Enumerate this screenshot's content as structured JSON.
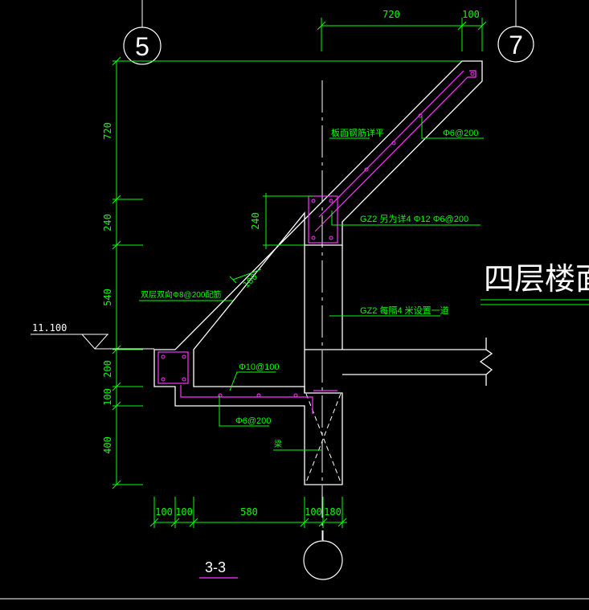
{
  "colors": {
    "background": "#000000",
    "structure": "#ffffff",
    "dimension": "#00ff00",
    "rebar": "#ff33ff",
    "axis": "#ffffff"
  },
  "axes": {
    "left": "5",
    "right": "7",
    "bottom": ""
  },
  "dimensions_top": {
    "a": "720",
    "b": "100"
  },
  "dimensions_left": {
    "a": "720",
    "b": "240",
    "c": "540",
    "d": "200",
    "e": "100",
    "f": "400"
  },
  "dimensions_bottom": {
    "a": "100",
    "b": "100",
    "c": "580",
    "d": "100",
    "e": "180"
  },
  "dimension_inner": {
    "slope_thickness": "100",
    "column_height": "240"
  },
  "elevation": "11.100",
  "annotations": {
    "slab_edge": "板面钢筋详平",
    "upper_rebar": "Φ6@200",
    "gz2_top": "GZ2 另为详4 Φ12 Φ6@200",
    "double_layer": "双层双向Φ8@200配筋",
    "gz2_mid": "GZ2 每隔4 米设置一道",
    "rebar_10": "Φ10@100",
    "rebar_6": "Φ6@200",
    "beam": "梁"
  },
  "side_title": "四层楼面",
  "section_label": "3-3"
}
